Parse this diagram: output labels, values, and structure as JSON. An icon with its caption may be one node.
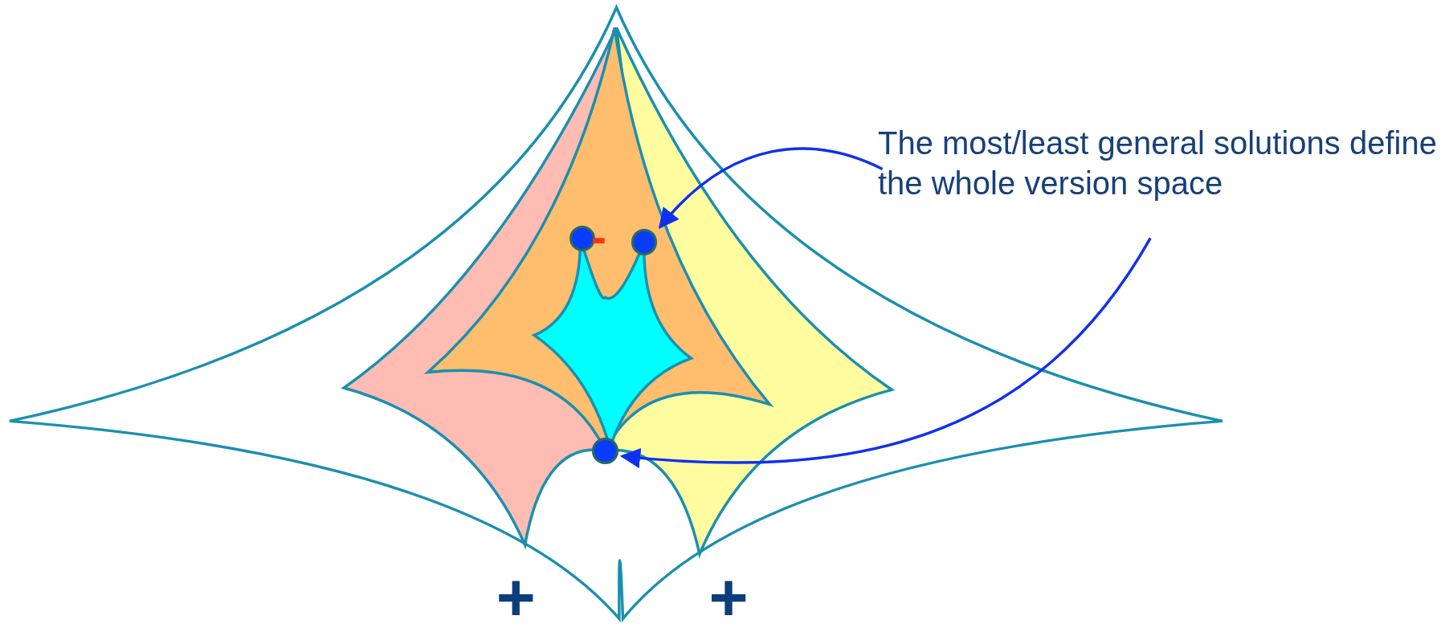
{
  "diagram": {
    "nodes": [
      {
        "text": [
          "The most/least general solutions define the whole version space"
        ]
      },
      {
        "text": [],
        "shape": "circle"
      },
      {
        "text": [],
        "shape": "circle"
      },
      {
        "text": [],
        "shape": "circle"
      }
    ],
    "edges": [
      {
        "from": 0,
        "to": 2,
        "arrow": "to"
      },
      {
        "from": 0,
        "to": 3,
        "arrow": "to"
      }
    ],
    "labels": [
      "-",
      "+",
      "+"
    ]
  }
}
